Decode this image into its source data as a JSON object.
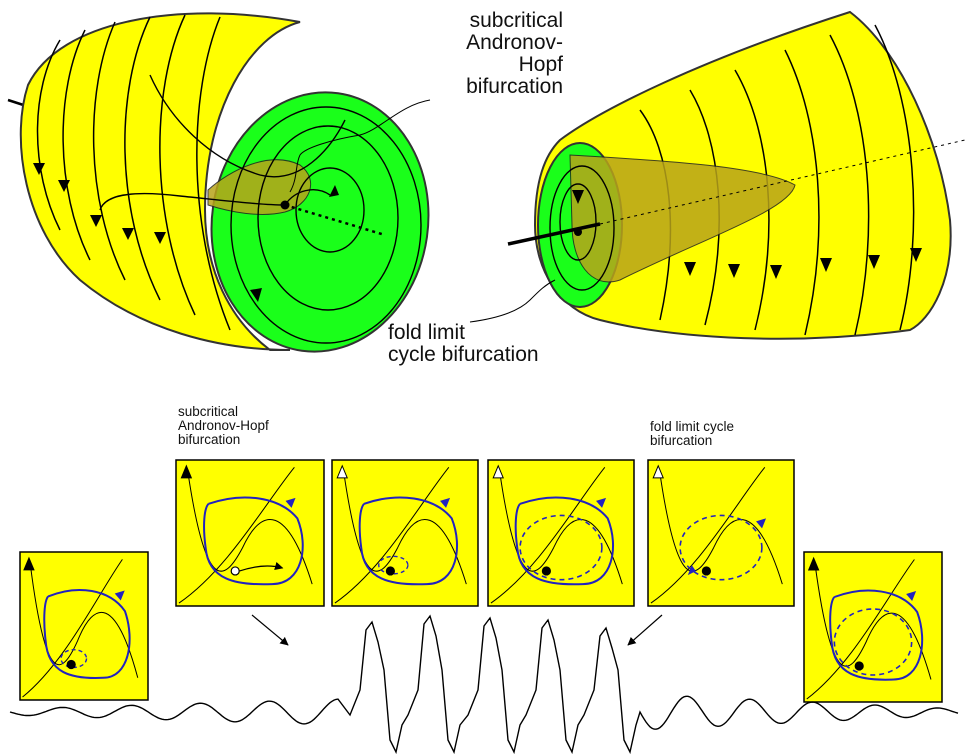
{
  "labels": {
    "top_hopf": "subcritical\nAndronov-Hopf\nbifurcation",
    "top_fold": "fold limit\ncycle bifurcation",
    "small_hopf": "subcritical\nAndronov-Hopf\nbifurcation",
    "small_fold": "fold limit cycle\nbifurcation"
  },
  "colors": {
    "surface": "#ffff00",
    "green_disk": "#1aff1a",
    "tongue": "#b8a41a",
    "orbit_blue": "#2222c0",
    "ink": "#000000"
  },
  "panels": [
    {
      "name": "panel-1",
      "limit_cycle": "stable",
      "unstable_cycle": "small-dashed",
      "equilibrium": "stable"
    },
    {
      "name": "panel-2",
      "limit_cycle": "stable",
      "unstable_cycle": "none",
      "equilibrium": "unstable"
    },
    {
      "name": "panel-3",
      "limit_cycle": "stable",
      "unstable_cycle": "small-dashed",
      "equilibrium": "stable"
    },
    {
      "name": "panel-4",
      "limit_cycle": "stable",
      "unstable_cycle": "large-dashed",
      "equilibrium": "stable"
    },
    {
      "name": "panel-5",
      "limit_cycle": "none",
      "unstable_cycle": "dashed-ghost",
      "equilibrium": "stable"
    },
    {
      "name": "panel-6",
      "limit_cycle": "stable",
      "unstable_cycle": "large-dashed",
      "equilibrium": "stable"
    }
  ]
}
